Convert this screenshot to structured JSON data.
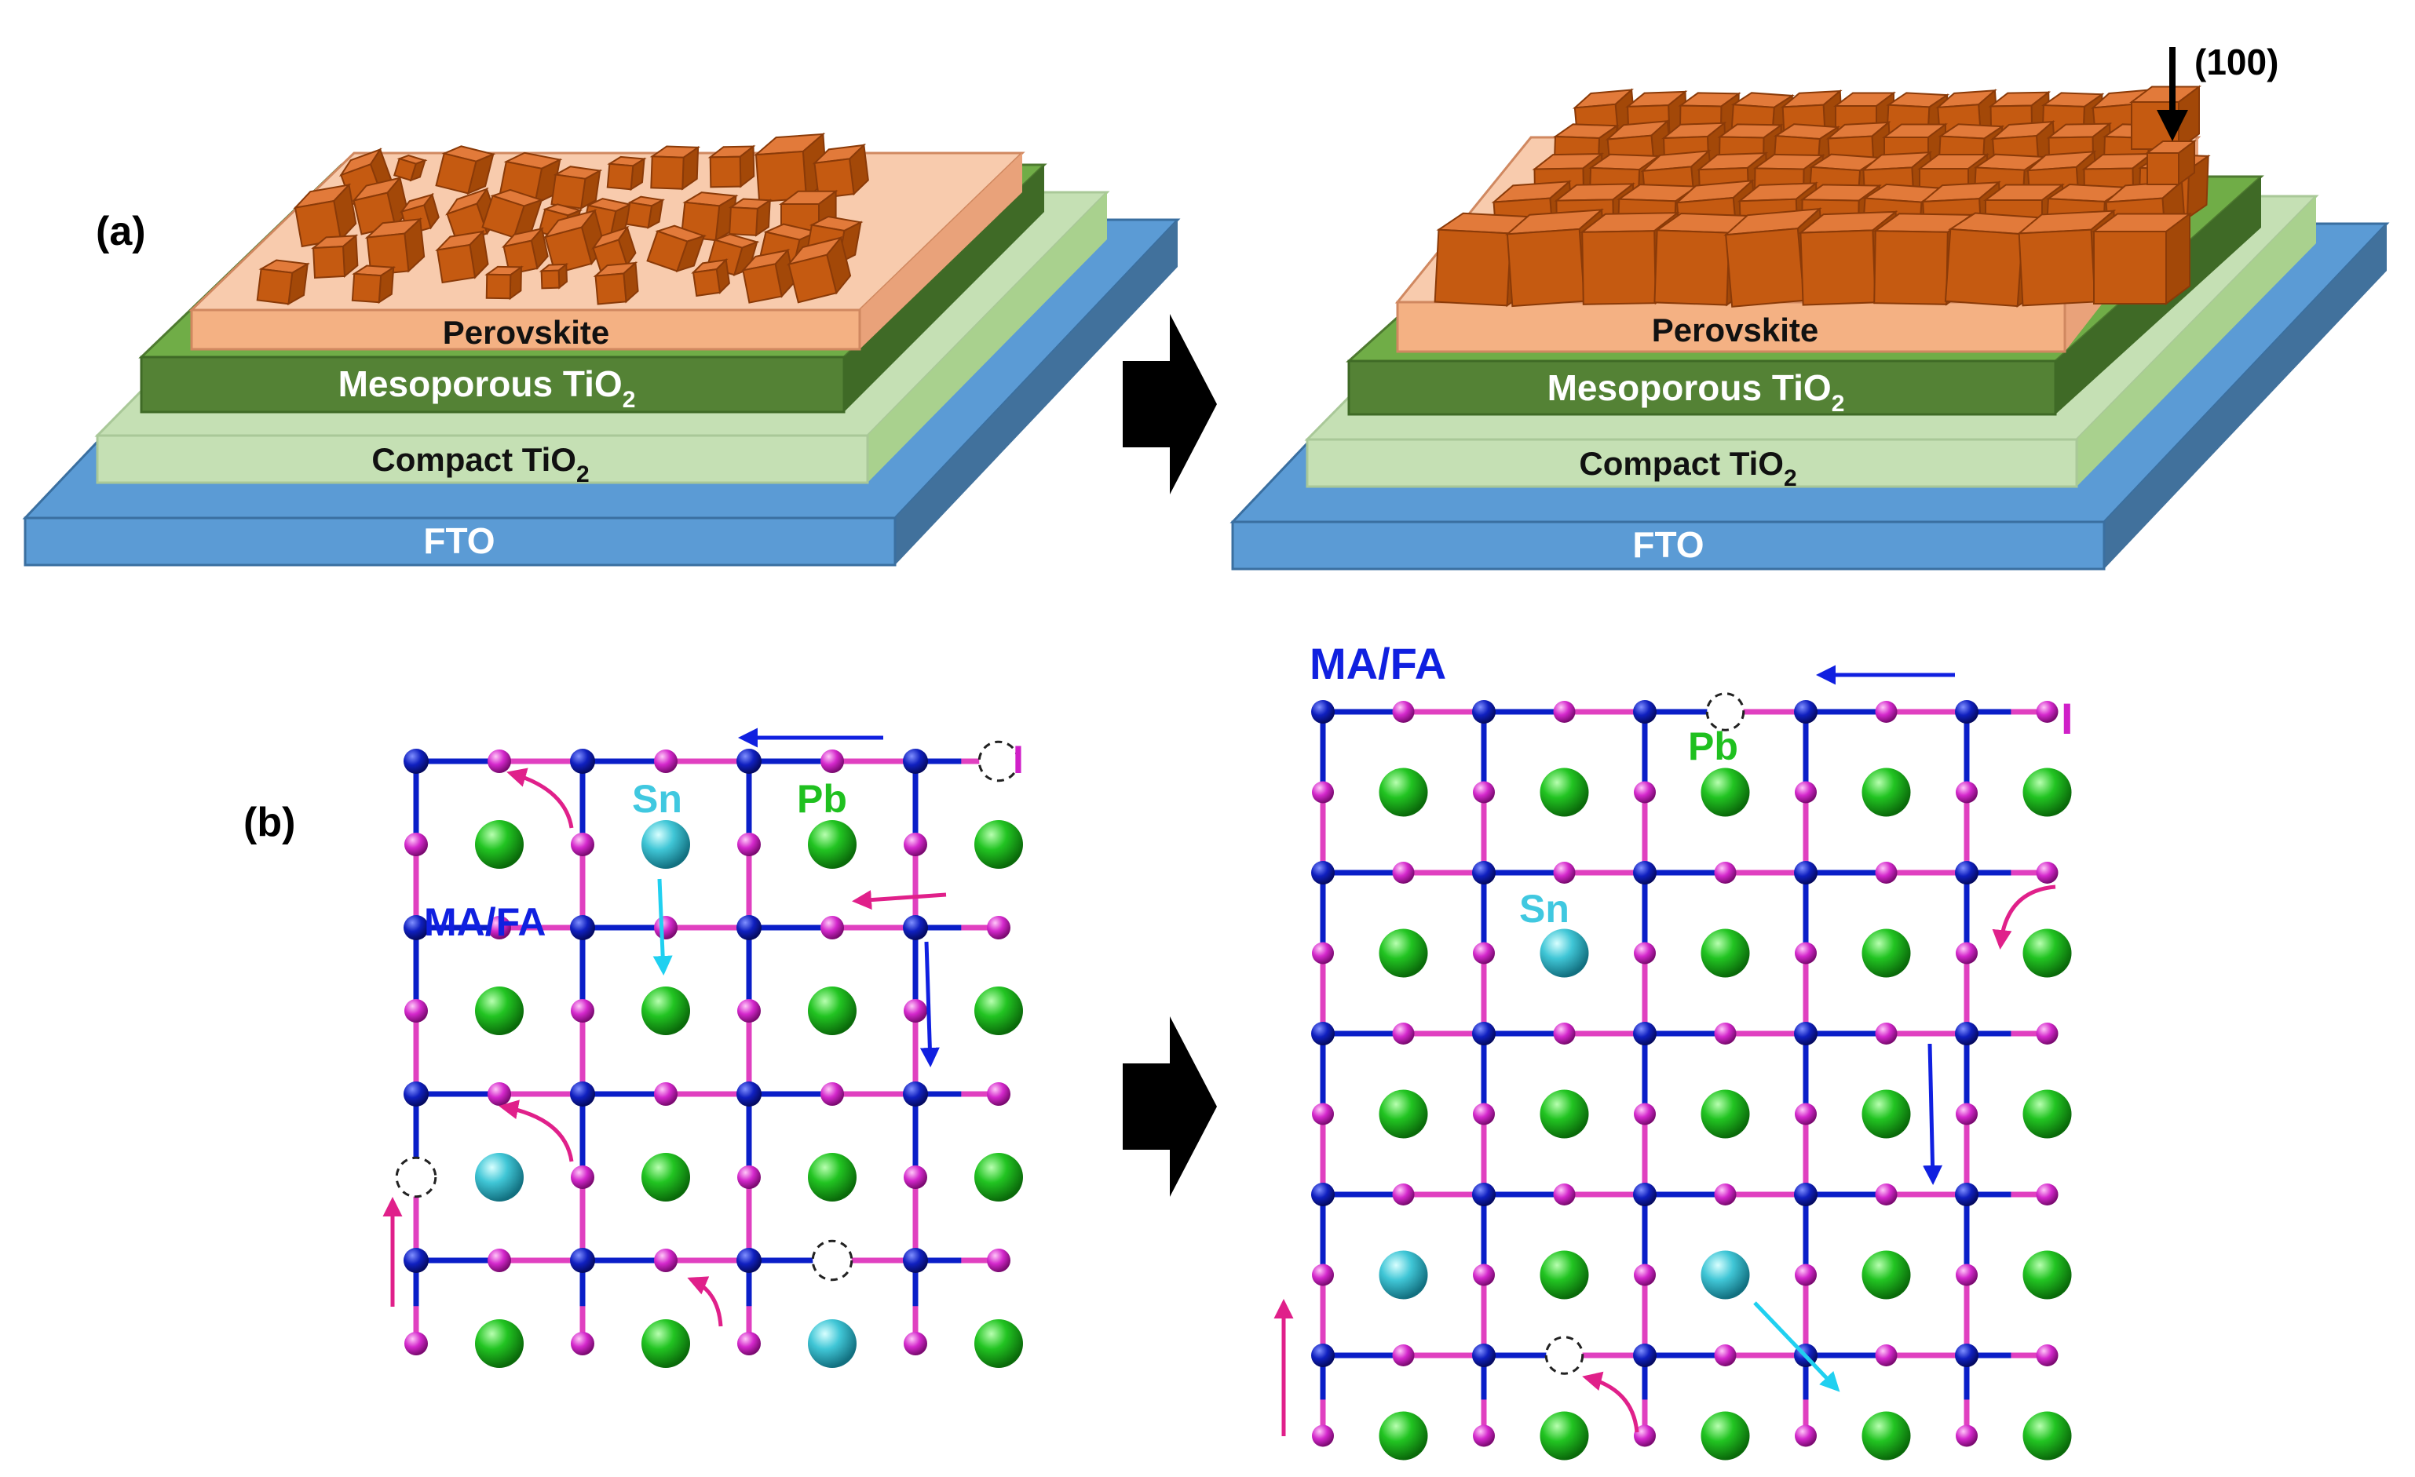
{
  "panel_a": {
    "label": "(a)",
    "layers": {
      "perovskite": "Perovskite",
      "mesoporous": "Mesoporous TiO",
      "compact": "Compact TiO",
      "subscript": "2",
      "fto": "FTO"
    },
    "orientation": "(100)"
  },
  "panel_b": {
    "label": "(b)",
    "cation": "MA/FA",
    "halide": "I",
    "metal_b": "Sn",
    "metal_a": "Pb"
  },
  "colors": {
    "fto": "#5b9bd5",
    "compact": "#c5e0b4",
    "mesoporous": "#548235",
    "perovskite": "#f4b183",
    "crystal": "#c55a11",
    "bond_blue": "#0a1ec8",
    "bond_magenta": "#e040c0",
    "pb": "#1fc01f",
    "sn": "#40c8d8",
    "iodide": "#d020c8",
    "arrow_blue": "#1020e0",
    "arrow_magenta": "#e0208a",
    "arrow_cyan": "#20d0f0"
  }
}
